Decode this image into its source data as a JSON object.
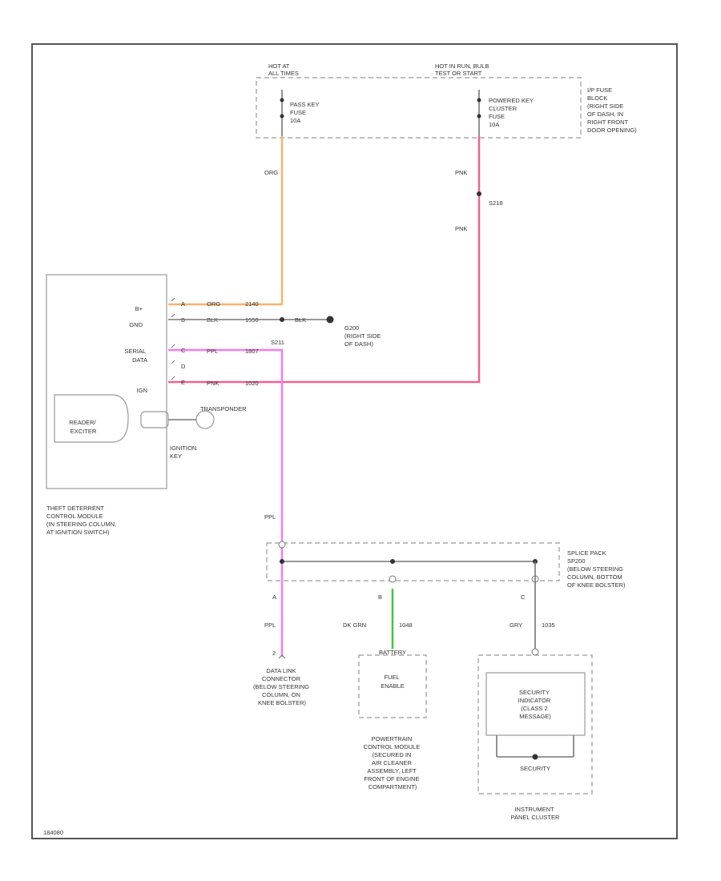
{
  "fuse_block": {
    "header_left": [
      "HOT AT",
      "ALL TIMES"
    ],
    "header_right": [
      "HOT IN RUN, BULB",
      "TEST OR START"
    ],
    "fuse_left": [
      "PASS KEY",
      "FUSE",
      "10A"
    ],
    "fuse_right": [
      "POWERED KEY",
      "CLUSTER",
      "FUSE",
      "10A"
    ],
    "description": [
      "I/P FUSE",
      "BLOCK",
      "(RIGHT SIDE",
      "OF DASH, IN",
      "RIGHT FRONT",
      "DOOR OPENING)"
    ]
  },
  "wires": {
    "org_label": "ORG",
    "pnk_label_upper": "PNK",
    "pnk_label_lower": "PNK",
    "splice_s218": "S218",
    "ppl_label": "PPL"
  },
  "module": {
    "pin_labels": [
      "B+",
      "GND",
      "SERIAL",
      "DATA",
      "IGN"
    ],
    "pin_letters": [
      "A",
      "B",
      "C",
      "D",
      "E"
    ],
    "wire_colors": [
      "ORG",
      "BLK",
      "PPL",
      "PNK"
    ],
    "circuits": [
      "2140",
      "1550",
      "1807",
      "1020"
    ],
    "reader_label": [
      "READER/",
      "EXCITER"
    ],
    "transponder": "TRANSPONDER",
    "key_label": [
      "IGNITION",
      "KEY"
    ],
    "description": [
      "THEFT DETERRENT",
      "CONTROL MODULE",
      "(IN STEERING COLUMN,",
      "AT IGNITION SWITCH)"
    ]
  },
  "ground": {
    "wire": "BLK",
    "id": "G200",
    "location": [
      "(RIGHT SIDE",
      "OF DASH)"
    ]
  },
  "splice_s211": "S211",
  "splice_pack": {
    "description": [
      "SPLICE PACK",
      "SP200",
      "(BELOW STEERING",
      "COLUMN, BOTTOM",
      "OF KNEE BOLSTER)"
    ],
    "pins": [
      "A",
      "B",
      "C"
    ]
  },
  "branches": {
    "a": {
      "color": "PPL",
      "pin": "2"
    },
    "b": {
      "color": "DK GRN",
      "circuit": "1048"
    },
    "c": {
      "color": "GRY",
      "circuit": "1035"
    }
  },
  "dlc": {
    "description": [
      "DATA LINK",
      "CONNECTOR",
      "(BELOW STEERING",
      "COLUMN, ON",
      "KNEE BOLSTER)"
    ]
  },
  "pcm": {
    "connector": "BATTERY",
    "label": [
      "FUEL",
      "ENABLE"
    ],
    "description": [
      "POWERTRAIN",
      "CONTROL MODULE",
      "(SECURED IN",
      "AIR CLEANER",
      "ASSEMBLY, LEFT",
      "FRONT OF ENGINE",
      "COMPARTMENT)"
    ]
  },
  "ipc": {
    "label": [
      "SECURITY",
      "INDICATOR",
      "(CLASS 2",
      "MESSAGE)"
    ],
    "lamp_label": "SECURITY",
    "description": [
      "INSTRUMENT",
      "PANEL CLUSTER"
    ]
  },
  "figure_id": "184080",
  "colors": {
    "org": "#f7b36a",
    "pnk": "#f06292",
    "ppl": "#f47cf0",
    "dk_grn": "#43c843"
  }
}
